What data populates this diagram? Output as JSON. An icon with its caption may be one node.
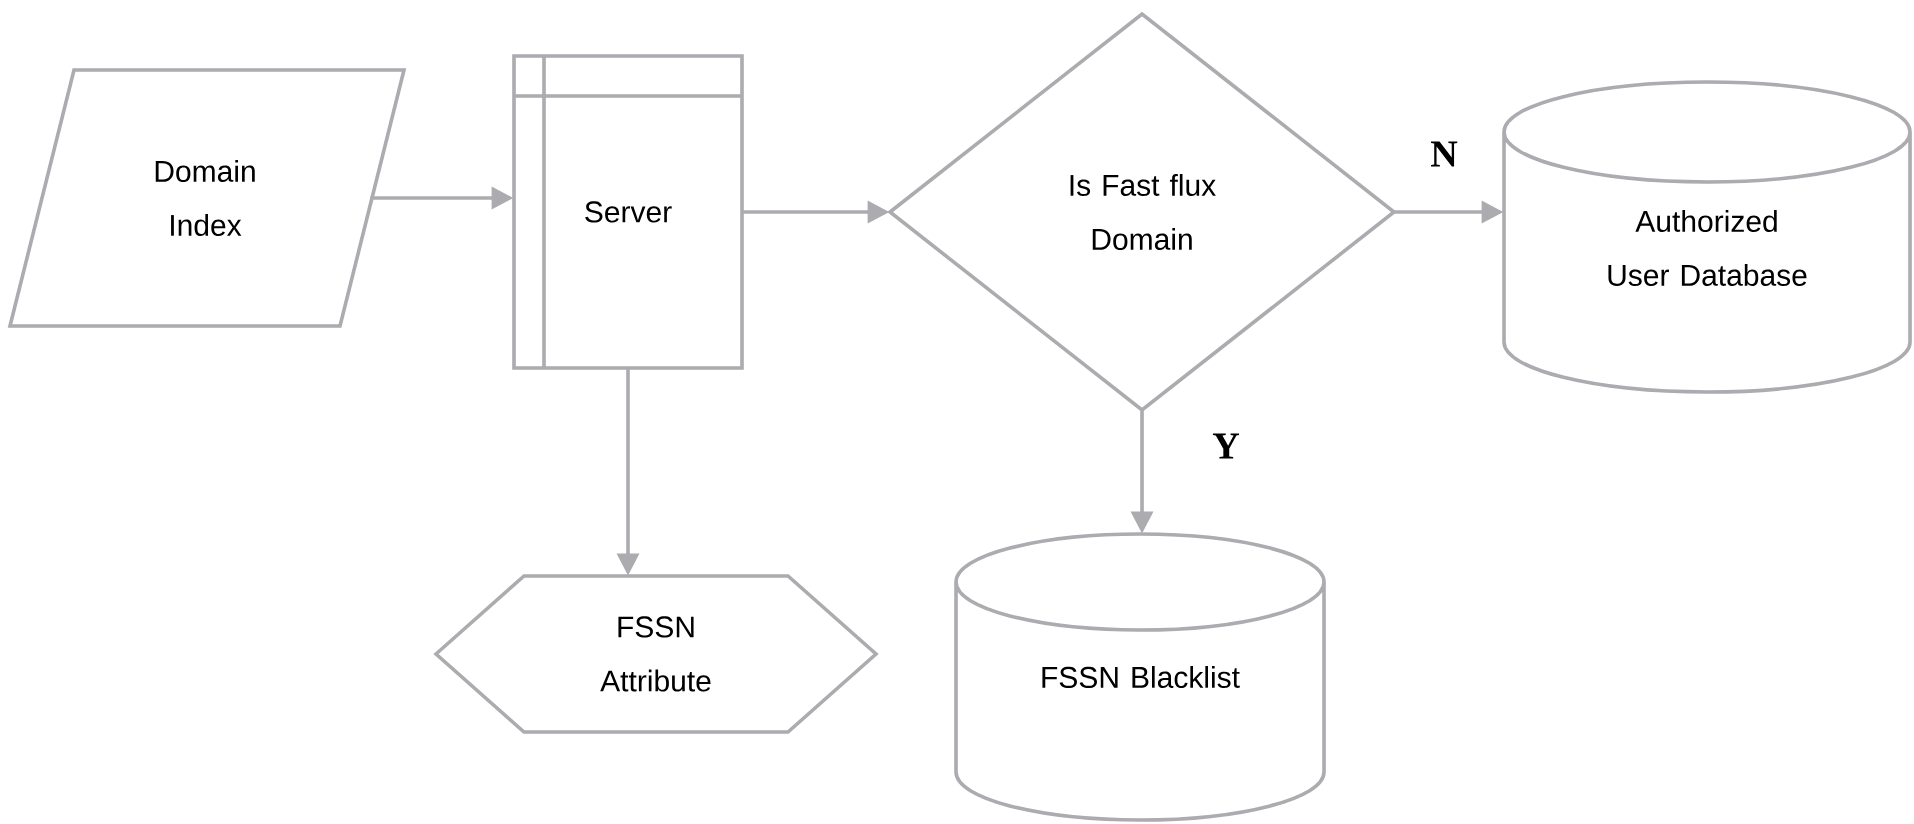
{
  "diagram": {
    "nodes": [
      {
        "text": [
          "Domain Index"
        ]
      },
      {
        "text": [
          "Server"
        ]
      },
      {
        "text": [
          "Is Fast flux Domain"
        ]
      },
      {
        "text": [
          "Authorized User Database"
        ]
      },
      {
        "text": [
          "FSSN Attribute"
        ]
      },
      {
        "text": [
          "FSSN Blacklist"
        ]
      }
    ],
    "edges": [
      {
        "from": 0,
        "to": 1,
        "arrow": "to"
      },
      {
        "from": 1,
        "to": 2,
        "arrow": "to"
      },
      {
        "from": 2,
        "to": 3,
        "arrow": "to",
        "label": "N"
      },
      {
        "from": 1,
        "to": 4,
        "arrow": "to"
      },
      {
        "from": 2,
        "to": 5,
        "arrow": "to",
        "label": "Y"
      }
    ]
  }
}
